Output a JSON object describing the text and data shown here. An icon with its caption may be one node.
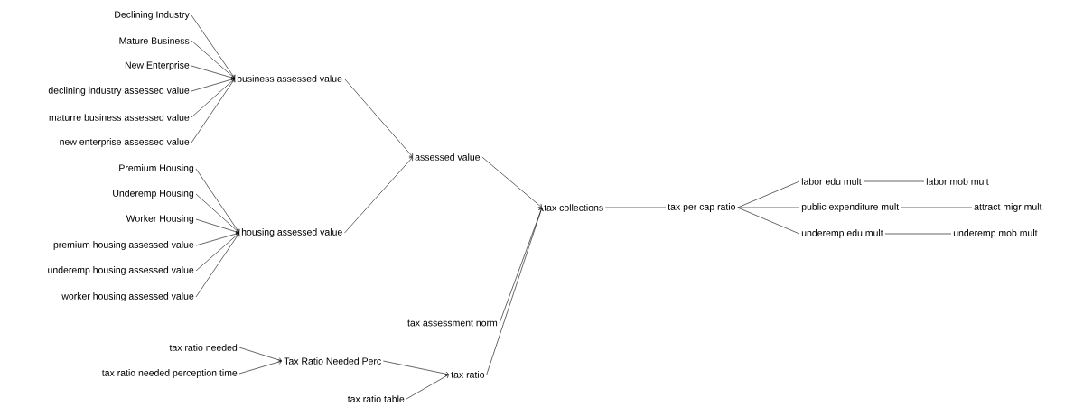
{
  "diagram": {
    "nodes": [
      {
        "text": [
          "Declining Industry"
        ]
      },
      {
        "text": [
          "Mature Business"
        ]
      },
      {
        "text": [
          "New Enterprise"
        ]
      },
      {
        "text": [
          "declining industry assessed value"
        ]
      },
      {
        "text": [
          "maturre business assessed value"
        ]
      },
      {
        "text": [
          "new enterprise assessed value"
        ]
      },
      {
        "text": [
          "business assessed value"
        ]
      },
      {
        "text": [
          "Premium Housing"
        ]
      },
      {
        "text": [
          "Underemp Housing"
        ]
      },
      {
        "text": [
          "Worker Housing"
        ]
      },
      {
        "text": [
          "premium housing assessed value"
        ]
      },
      {
        "text": [
          "underemp housing assessed value"
        ]
      },
      {
        "text": [
          "worker housing assessed value"
        ]
      },
      {
        "text": [
          "housing assessed value"
        ]
      },
      {
        "text": [
          "assessed value"
        ]
      },
      {
        "text": [
          "tax assessment norm"
        ]
      },
      {
        "text": [
          "tax ratio needed"
        ]
      },
      {
        "text": [
          "tax ratio needed perception time"
        ]
      },
      {
        "text": [
          "Tax Ratio Needed Perc"
        ]
      },
      {
        "text": [
          "tax ratio table"
        ]
      },
      {
        "text": [
          "tax ratio"
        ]
      },
      {
        "text": [
          "tax collections"
        ]
      },
      {
        "text": [
          "tax per cap ratio"
        ]
      },
      {
        "text": [
          "labor edu mult"
        ]
      },
      {
        "text": [
          "public expenditure mult"
        ]
      },
      {
        "text": [
          "underemp edu mult"
        ]
      },
      {
        "text": [
          "labor mob mult"
        ]
      },
      {
        "text": [
          "attract migr mult"
        ]
      },
      {
        "text": [
          "underemp mob mult"
        ]
      }
    ],
    "edges": [
      {
        "from": 0,
        "to": 6,
        "arrow": "to"
      },
      {
        "from": 1,
        "to": 6,
        "arrow": "to"
      },
      {
        "from": 2,
        "to": 6,
        "arrow": "to"
      },
      {
        "from": 3,
        "to": 6,
        "arrow": "to"
      },
      {
        "from": 4,
        "to": 6,
        "arrow": "to"
      },
      {
        "from": 5,
        "to": 6,
        "arrow": "to"
      },
      {
        "from": 7,
        "to": 13,
        "arrow": "to"
      },
      {
        "from": 8,
        "to": 13,
        "arrow": "to"
      },
      {
        "from": 9,
        "to": 13,
        "arrow": "to"
      },
      {
        "from": 10,
        "to": 13,
        "arrow": "to"
      },
      {
        "from": 11,
        "to": 13,
        "arrow": "to"
      },
      {
        "from": 12,
        "to": 13,
        "arrow": "to"
      },
      {
        "from": 6,
        "to": 14,
        "arrow": "to"
      },
      {
        "from": 13,
        "to": 14,
        "arrow": "to"
      },
      {
        "from": 16,
        "to": 18,
        "arrow": "to"
      },
      {
        "from": 17,
        "to": 18,
        "arrow": "to"
      },
      {
        "from": 18,
        "to": 20,
        "arrow": "to"
      },
      {
        "from": 19,
        "to": 20,
        "arrow": "to"
      },
      {
        "from": 14,
        "to": 21,
        "arrow": "to"
      },
      {
        "from": 15,
        "to": 21,
        "arrow": "to"
      },
      {
        "from": 20,
        "to": 21,
        "arrow": "to"
      },
      {
        "from": 21,
        "to": 22,
        "arrow": "none"
      },
      {
        "from": 22,
        "to": 23,
        "arrow": "none"
      },
      {
        "from": 22,
        "to": 24,
        "arrow": "none"
      },
      {
        "from": 22,
        "to": 25,
        "arrow": "none"
      },
      {
        "from": 23,
        "to": 26,
        "arrow": "none"
      },
      {
        "from": 24,
        "to": 27,
        "arrow": "none"
      },
      {
        "from": 25,
        "to": 28,
        "arrow": "none"
      }
    ]
  }
}
